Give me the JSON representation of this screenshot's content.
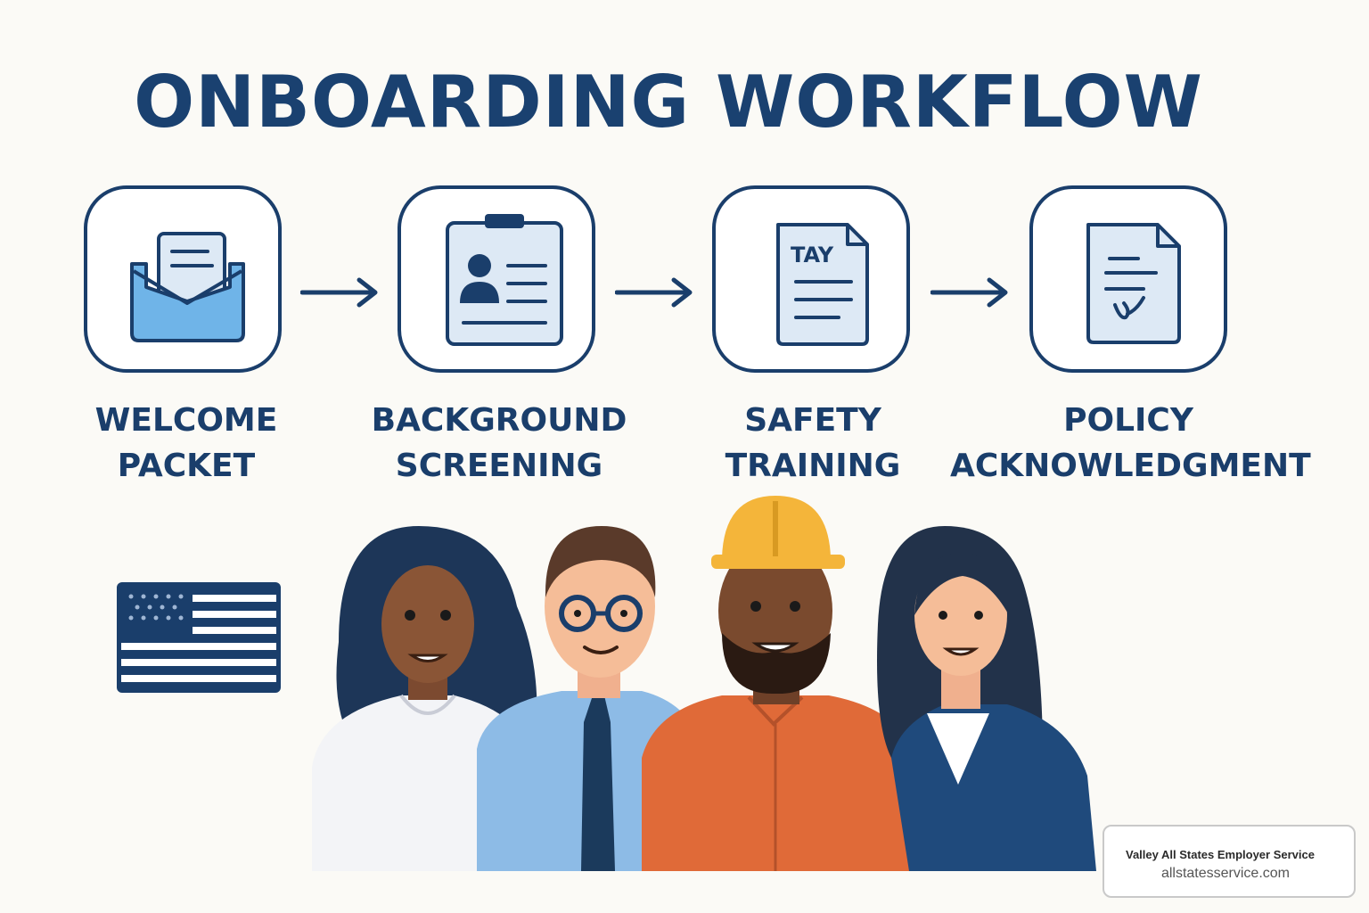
{
  "title": "ONBOARDING WORKFLOW",
  "colors": {
    "navy": "#1a3e6b",
    "light_blue": "#6fb4e8",
    "paper": "#dde9f5",
    "background": "#fbfaf6"
  },
  "steps": [
    {
      "icon": "envelope-letter-icon",
      "line1": "WELCOME",
      "line2": "PACKET"
    },
    {
      "icon": "id-clipboard-icon",
      "line1": "BACKGROUND",
      "line2": "SCREENING"
    },
    {
      "icon": "training-document-icon",
      "line1": "SAFETY",
      "line2": "TRAINING",
      "doc_text": "TAY"
    },
    {
      "icon": "signed-document-icon",
      "line1": "POLICY",
      "line2": "ACKNOWLEDGMENT"
    }
  ],
  "flag_icon": "us-flag-icon",
  "people": [
    "woman-white-blouse",
    "man-glasses-tie",
    "worker-hard-hat",
    "woman-navy-blazer"
  ],
  "credit": {
    "name": "Valley All States Employer Service",
    "url": "allstatesservice.com"
  }
}
